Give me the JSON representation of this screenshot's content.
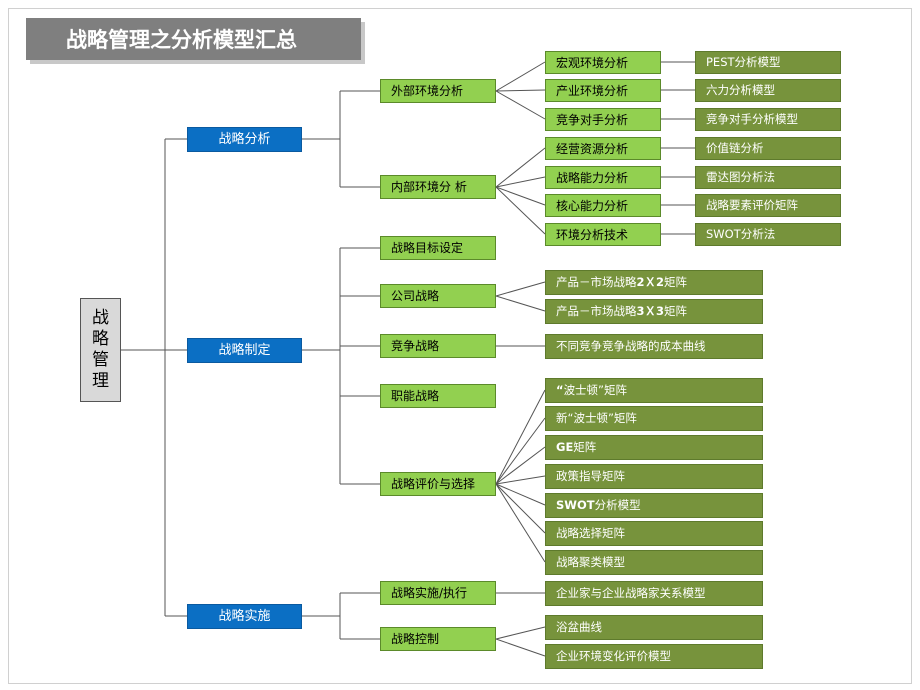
{
  "title": "战略管理之分析模型汇总",
  "root": "战略管理",
  "nodes": {
    "analysis": "战略分析",
    "formulation": "战略制定",
    "implementation": "战略实施",
    "external": "外部环境分析",
    "internal": "内部环境分 析",
    "goal": "战略目标设定",
    "corporate": "公司战略",
    "competitive": "竞争战略",
    "functional": "职能战略",
    "evaluation": "战略评价与选择",
    "execution": "战略实施/执行",
    "control": "战略控制",
    "macro": "宏观环境分析",
    "industry": "产业环境分析",
    "competitor": "竞争对手分析",
    "resources": "经营资源分析",
    "capability": "战略能力分析",
    "core": "核心能力分析",
    "envtech": "环境分析技术",
    "pest": "PEST分析模型",
    "fiveforces": "六力分析模型",
    "competitor_model": "竞争对手分析模型",
    "value_chain": "价值链分析",
    "radar": "雷达图分析法",
    "factor_matrix": "战略要素评价矩阵",
    "swot_method": "SWOT分析法",
    "pm2_pre": "产品－市场战略",
    "pm2_bold": "2Ｘ2",
    "pm2_post": "矩阵",
    "pm3_pre": "产品－市场战略",
    "pm3_bold": "3Ｘ3",
    "pm3_post": "矩阵",
    "cost_curve": "不同竞争竞争战略的成本曲线",
    "bcg_bold": "“",
    "bcg_rest": "波士顿”矩阵",
    "new_bcg": "新“波士顿”矩阵",
    "ge_bold": "GE",
    "ge_rest": "矩阵",
    "policy": "政策指导矩阵",
    "swot_bold": "SWOT",
    "swot_rest": "分析模型",
    "select_matrix": "战略选择矩阵",
    "cluster": "战略聚类模型",
    "entrepreneur": "企业家与企业战略家关系模型",
    "bathtub": "浴盆曲线",
    "env_change": "企业环境变化评价模型"
  }
}
